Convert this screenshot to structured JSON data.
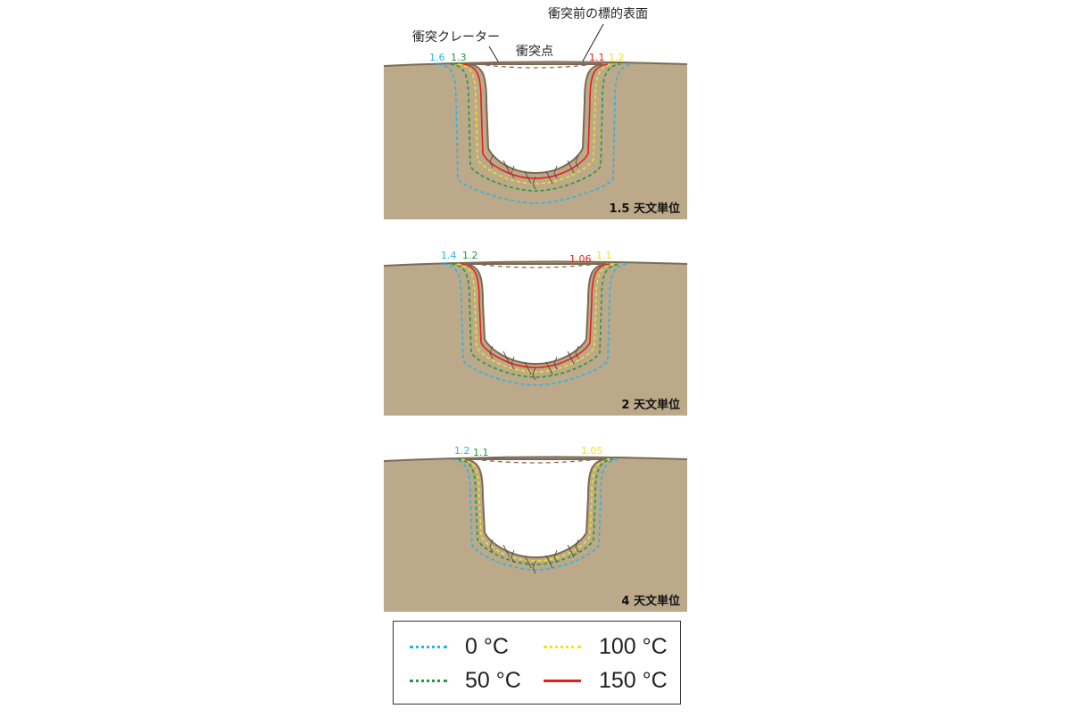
{
  "colors": {
    "ground": "#bba98a",
    "ground_edge": "#7b6a55",
    "cyan": "#2ab3e6",
    "green": "#1f9a3a",
    "yellow": "#f2e21c",
    "red": "#e2231a",
    "surface_dash": "#8a6a55",
    "marker": "#e2231a"
  },
  "annotations": {
    "crater": "衝突クレーター",
    "impact_point": "衝突点",
    "original_surface": "衝突前の標的表面"
  },
  "panels": [
    {
      "distance": "1.5 天文単位",
      "labels_left": [
        "1.6",
        "1.3"
      ],
      "labels_right": [
        "1.1",
        "1.2"
      ]
    },
    {
      "distance": "2 天文単位",
      "labels_left": [
        "1.4",
        "1.2"
      ],
      "labels_right": [
        "1.06",
        "1.1"
      ]
    },
    {
      "distance": "4 天文単位",
      "labels_left": [
        "1.2",
        "1.1"
      ],
      "labels_right": [
        "1.05"
      ]
    }
  ],
  "legend": [
    {
      "label": "0 °C",
      "color": "cyan",
      "style": "dotted"
    },
    {
      "label": "100 °C",
      "color": "yellow",
      "style": "dotted"
    },
    {
      "label": "50 °C",
      "color": "green",
      "style": "dotted"
    },
    {
      "label": "150 °C",
      "color": "red",
      "style": "solid"
    }
  ]
}
